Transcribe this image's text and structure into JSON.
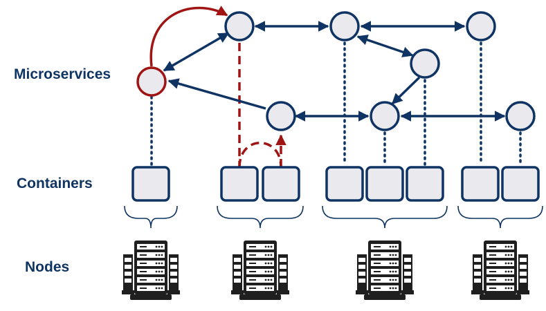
{
  "labels": {
    "microservices": "Microservices",
    "containers": "Containers",
    "nodes": "Nodes"
  },
  "colors": {
    "primary": "#0f3463",
    "highlight": "#a01414",
    "fill": "#e9e9ee",
    "server": "#1f1f1f"
  }
}
